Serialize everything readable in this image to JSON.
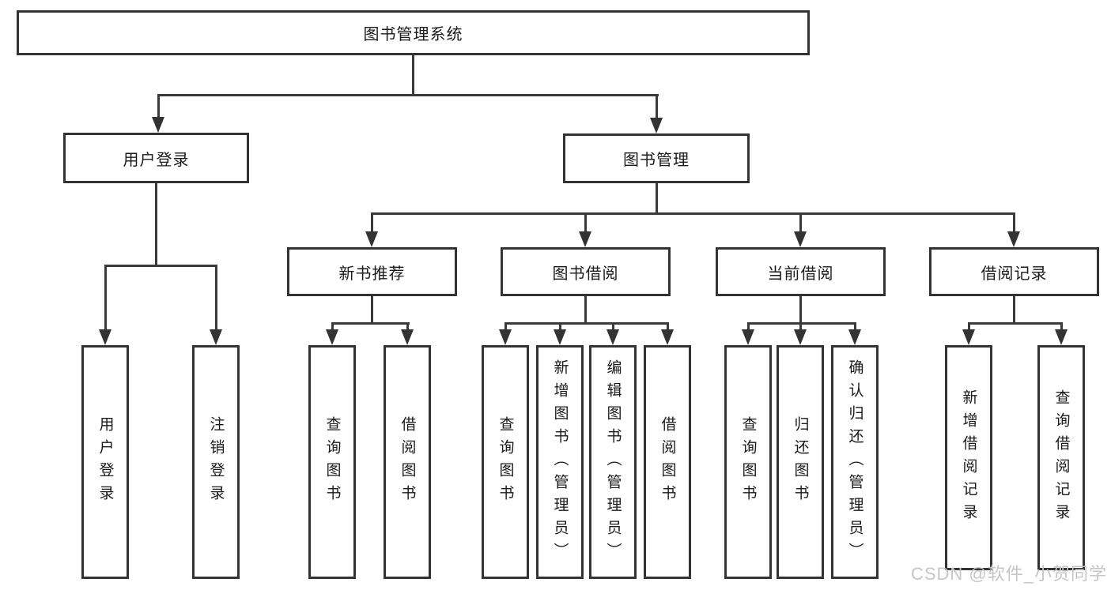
{
  "tree": {
    "root": "图书管理系统",
    "branches": [
      {
        "label": "用户登录",
        "children": [
          "用户登录",
          "注销登录"
        ]
      },
      {
        "label": "图书管理",
        "groups": [
          {
            "label": "新书推荐",
            "children": [
              "查询图书",
              "借阅图书"
            ]
          },
          {
            "label": "图书借阅",
            "children": [
              "查询图书",
              "新增图书（管理员）",
              "编辑图书（管理员）",
              "借阅图书"
            ]
          },
          {
            "label": "当前借阅",
            "children": [
              "查询图书",
              "归还图书",
              "确认归还（管理员）"
            ]
          },
          {
            "label": "借阅记录",
            "children": [
              "新增借阅记录",
              "查询借阅记录"
            ]
          }
        ]
      }
    ]
  },
  "watermark": "CSDN @软件_小贺同学",
  "colors": {
    "line": "#3a3a3a",
    "box_border": "#333333",
    "text": "#1a1a1a",
    "watermark": "#c6c6c6",
    "background": "#ffffff"
  }
}
